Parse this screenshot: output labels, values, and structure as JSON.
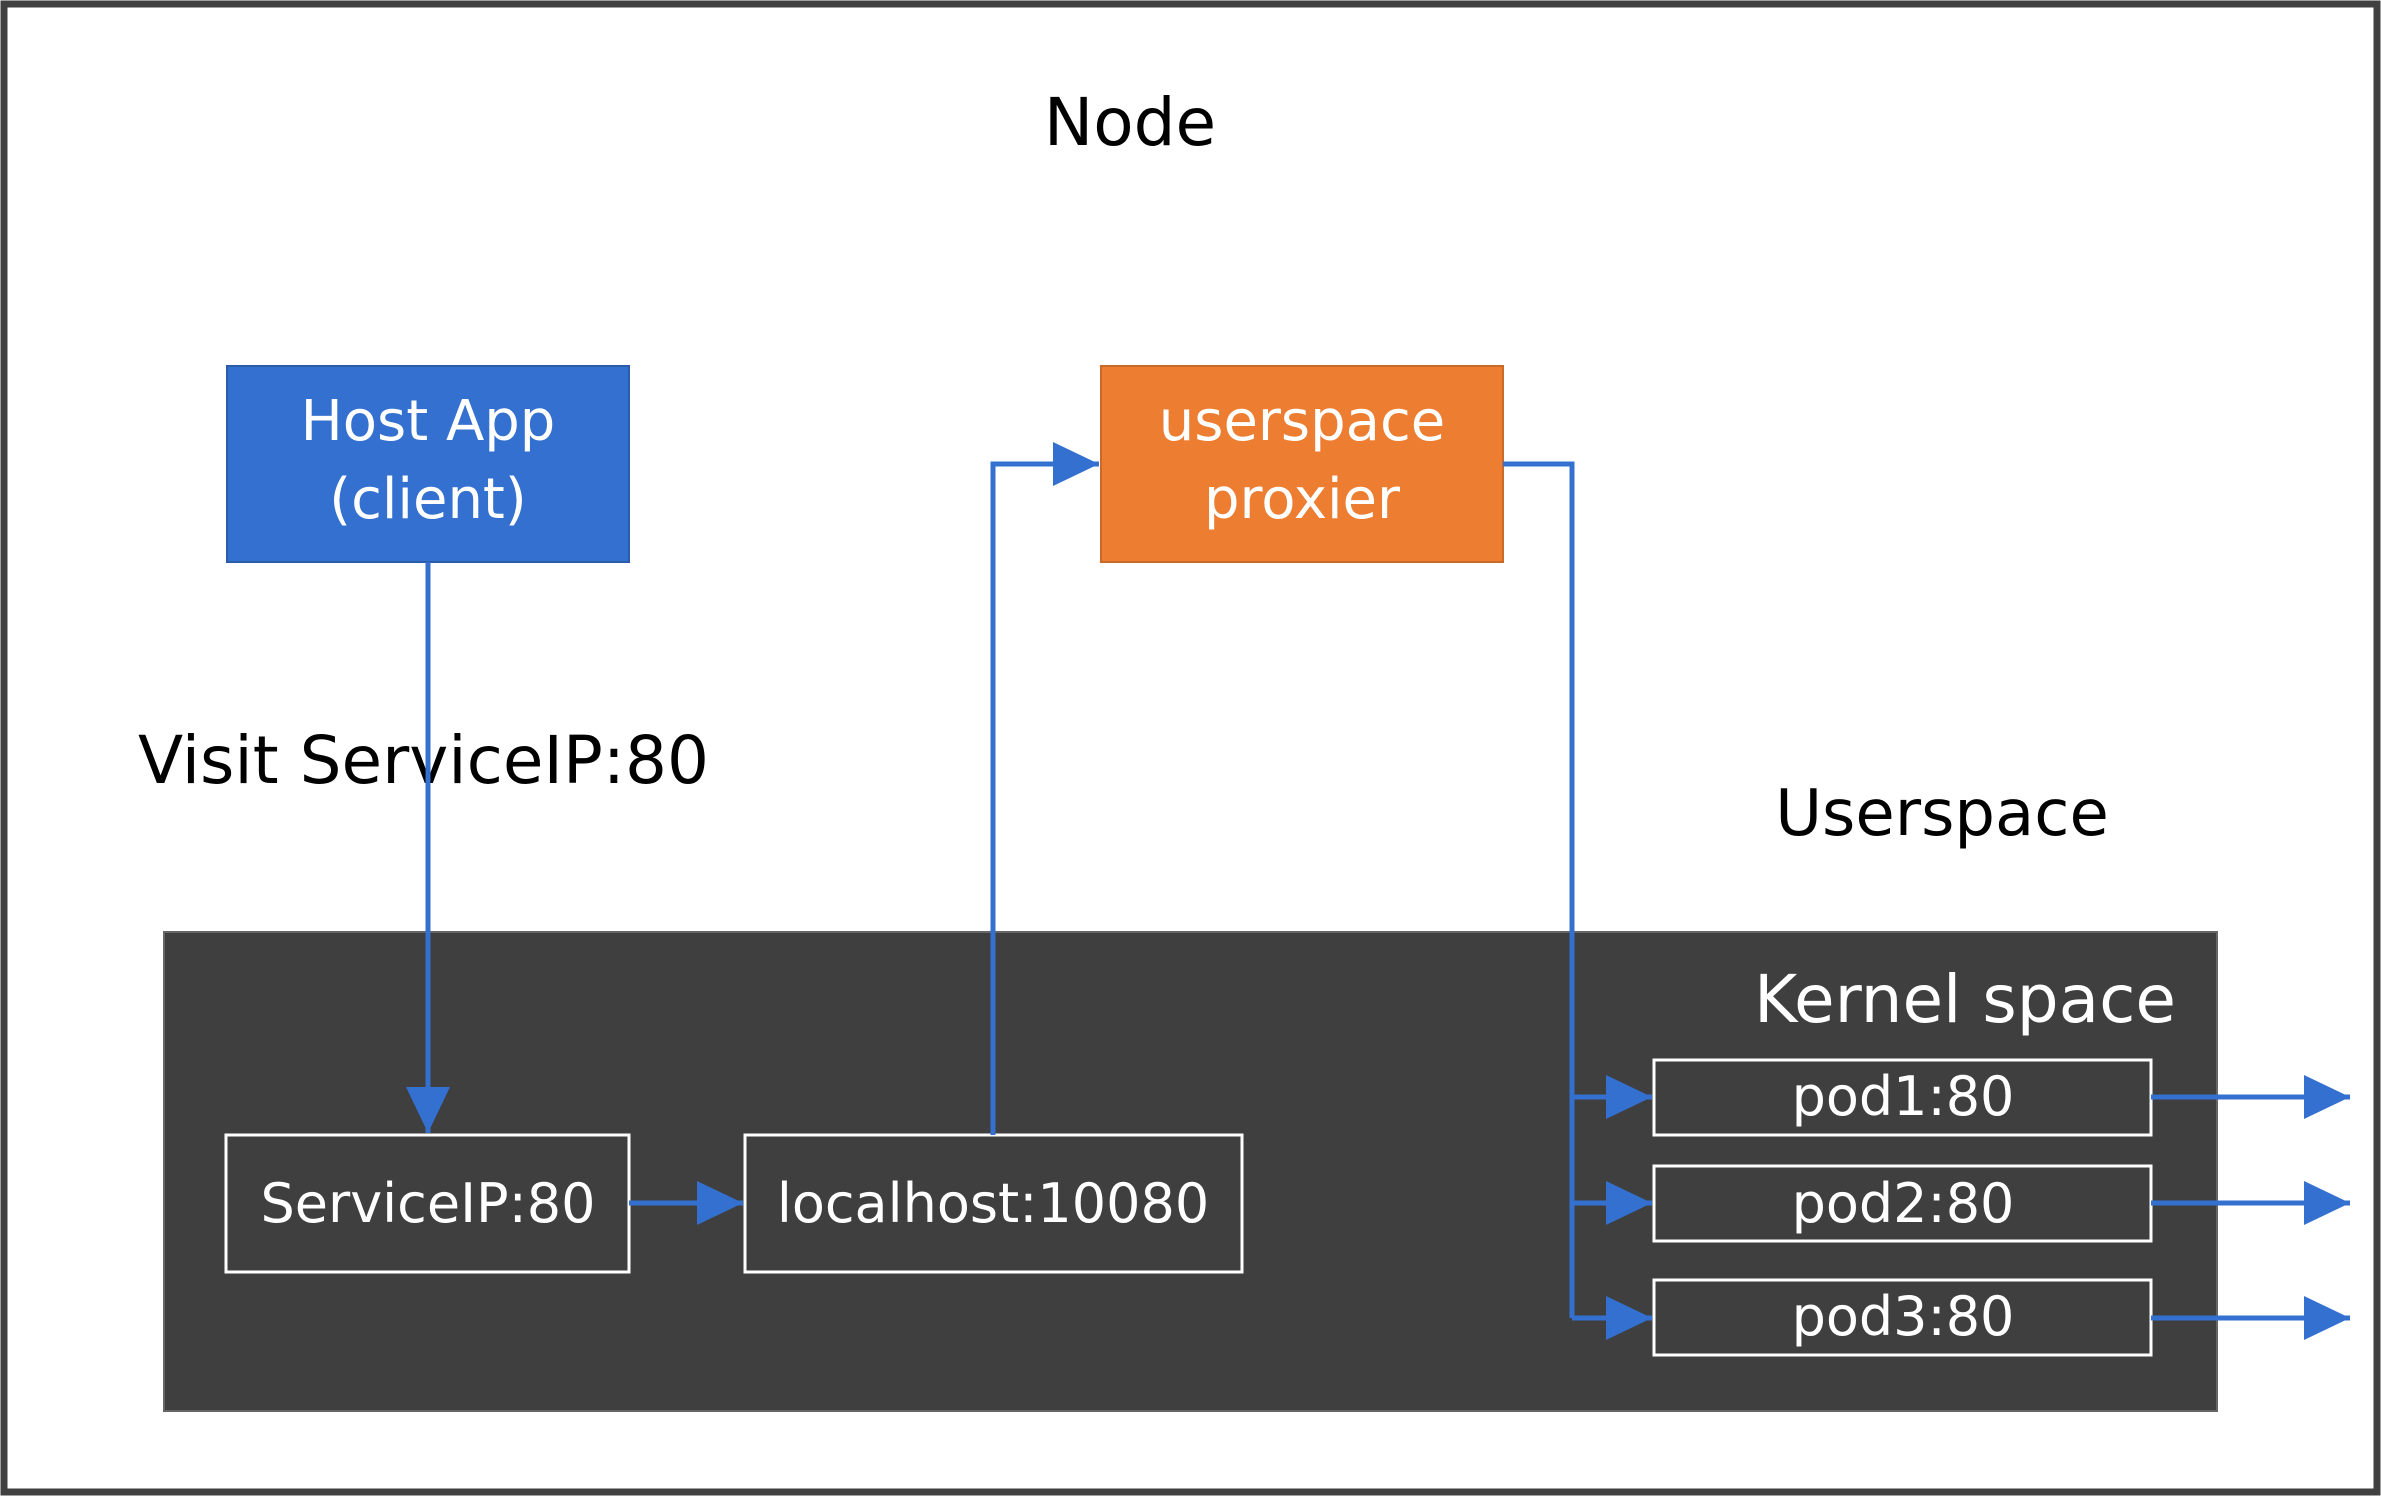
{
  "diagram": {
    "node_label": "Node",
    "userspace_label": "Userspace",
    "kernel_label": "Kernel space",
    "edge_label_visit": "Visit ServiceIP:80",
    "host_app": {
      "line1": "Host App",
      "line2": "(client)",
      "color": "#3370CF"
    },
    "proxier": {
      "line1": "userspace",
      "line2": "proxier",
      "color": "#ED7D31"
    },
    "service_ip": "ServiceIP:80",
    "localhost": "localhost:10080",
    "pods": [
      "pod1:80",
      "pod2:80",
      "pod3:80"
    ],
    "colors": {
      "arrow": "#3370CF",
      "kernel_bg": "#3F3F3F",
      "frame": "#404040"
    }
  }
}
